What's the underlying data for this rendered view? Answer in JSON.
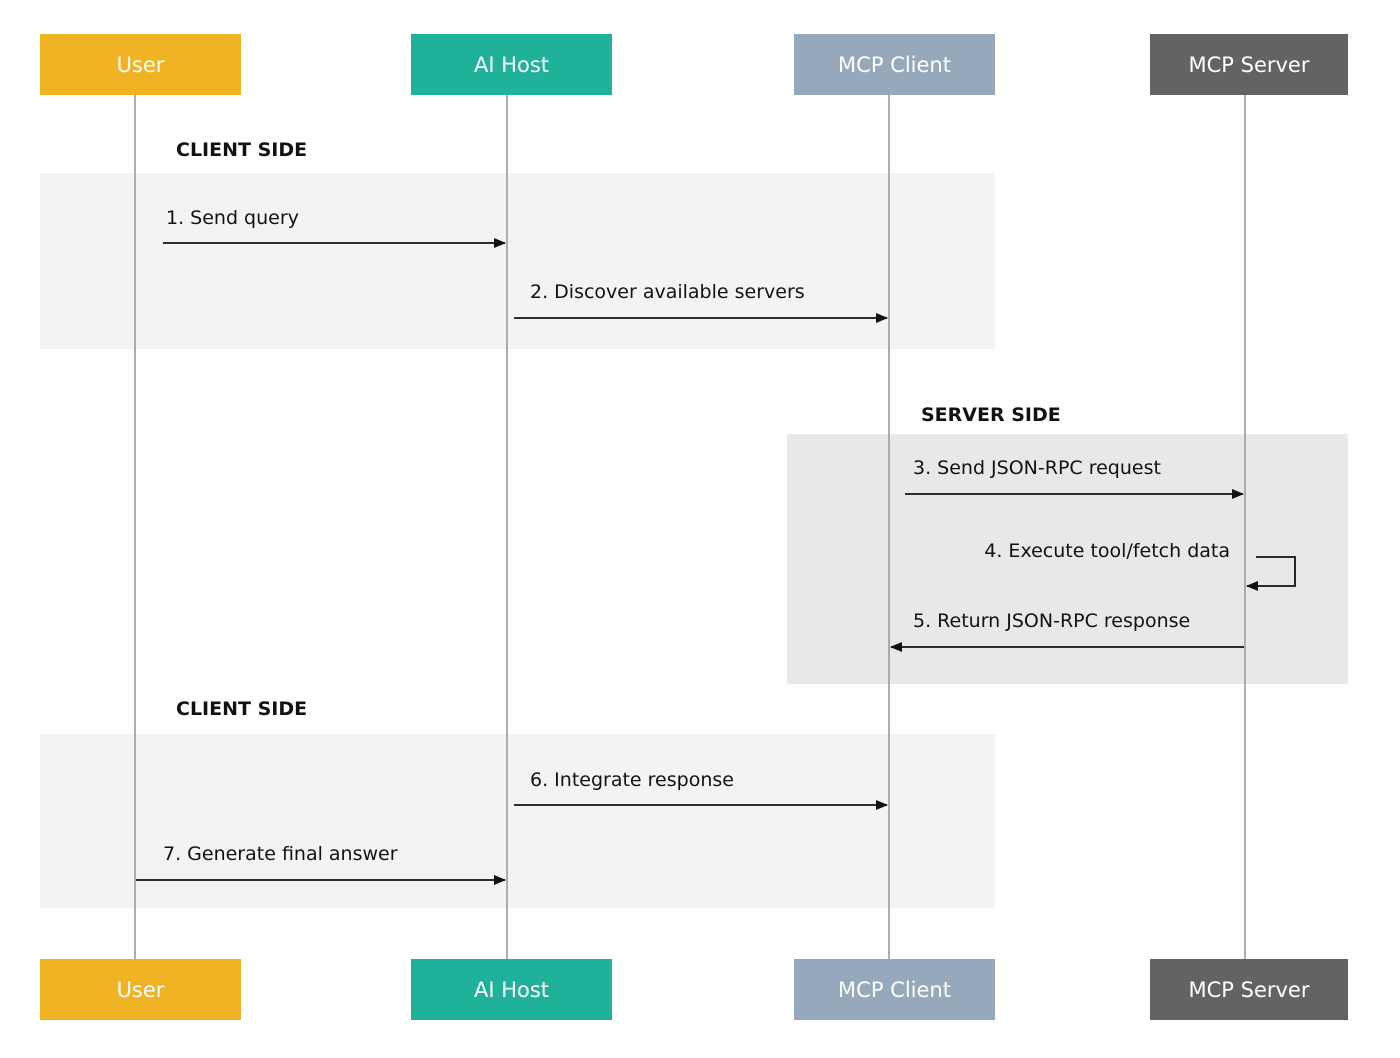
{
  "participants": [
    {
      "id": "user",
      "label": "User",
      "color": "#f0b323"
    },
    {
      "id": "aihost",
      "label": "AI Host",
      "color": "#20b19b"
    },
    {
      "id": "mcpclient",
      "label": "MCP Client",
      "color": "#96a9bc"
    },
    {
      "id": "mcpserver",
      "label": "MCP Server",
      "color": "#636363"
    }
  ],
  "sections": [
    {
      "title": "CLIENT SIDE",
      "color": "#f3f3f3"
    },
    {
      "title": "SERVER SIDE",
      "color": "#e8e8e8"
    },
    {
      "title": "CLIENT SIDE",
      "color": "#f3f3f3"
    }
  ],
  "messages": [
    {
      "label": "1. Send query",
      "from": "user",
      "to": "aihost"
    },
    {
      "label": "2. Discover available servers",
      "from": "aihost",
      "to": "mcpclient"
    },
    {
      "label": "3. Send JSON-RPC request",
      "from": "mcpclient",
      "to": "mcpserver"
    },
    {
      "label": "4. Execute tool/fetch data",
      "from": "mcpserver",
      "to": "mcpserver"
    },
    {
      "label": "5. Return JSON-RPC response",
      "from": "mcpserver",
      "to": "mcpclient"
    },
    {
      "label": "6. Integrate response",
      "from": "aihost",
      "to": "mcpclient"
    },
    {
      "label": "7. Generate final answer",
      "from": "user",
      "to": "aihost"
    }
  ]
}
